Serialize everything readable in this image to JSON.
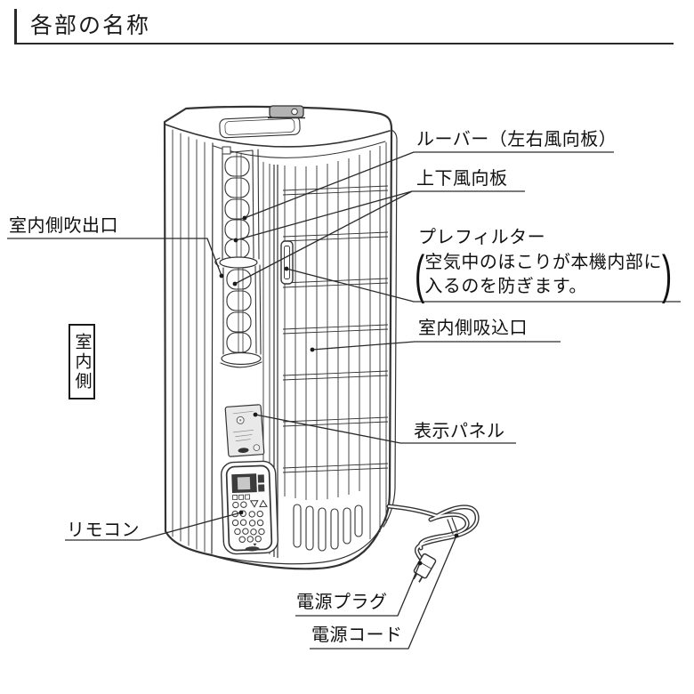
{
  "page": {
    "title": "各部の名称",
    "background": "#ffffff"
  },
  "colors": {
    "line": "#333333",
    "label_text": "#111111",
    "panel_fill": "#e9e9e9",
    "handle_fill": "#b3b3b3"
  },
  "diagram": {
    "labels": {
      "louver": "ルーバー（左右風向板）",
      "vane": "上下風向板",
      "outlet": "室内側吹出口",
      "prefilter_title": "プレフィルター",
      "prefilter_paren_open": "(",
      "prefilter_paren_close": ")",
      "prefilter_note_line1": "空気中のほこりが本機内部に",
      "prefilter_note_line2": "入るのを防ぎます。",
      "intake": "室内側吸込口",
      "indoor_side": "室内側",
      "display_panel": "表示パネル",
      "remote": "リモコン",
      "power_plug": "電源プラグ",
      "power_cord": "電源コード"
    }
  }
}
